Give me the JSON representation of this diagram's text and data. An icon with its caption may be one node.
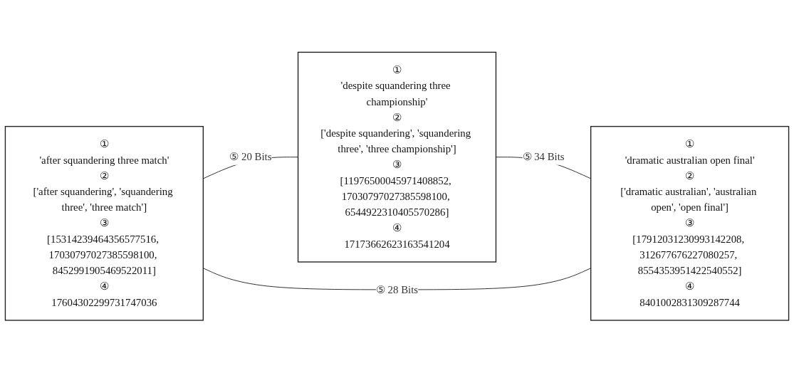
{
  "diagram": {
    "nodes": [
      {
        "text": [
          "①",
          "'after squandering three match'",
          "②",
          "['after squandering', 'squandering three', 'three match']",
          "③",
          "[15314239464356577516, 17030797027385598100, 8452991905469522011]",
          "④",
          "17604302299731747036"
        ]
      },
      {
        "text": [
          "①",
          "'despite squandering three championship'",
          "②",
          "['despite squandering', 'squandering three', 'three championship']",
          "③",
          "[11976500045971408852, 17030797027385598100, 6544922310405570286]",
          "④",
          "17173662623163541204"
        ]
      },
      {
        "text": [
          "①",
          "'dramatic australian open final'",
          "②",
          "['dramatic australian', 'australian open', 'open final']",
          "③",
          "[17912031230993142208, 312677676227080257, 8554353951422540552]",
          "④",
          "8401002831309287744"
        ]
      }
    ],
    "edges": [
      {
        "from": 0,
        "to": 1,
        "arrow": "none",
        "label": "⑤ 20 Bits"
      },
      {
        "from": 1,
        "to": 2,
        "arrow": "none",
        "label": "⑤ 34 Bits"
      },
      {
        "from": 0,
        "to": 2,
        "arrow": "none",
        "label": "⑤ 28 Bits"
      }
    ]
  }
}
